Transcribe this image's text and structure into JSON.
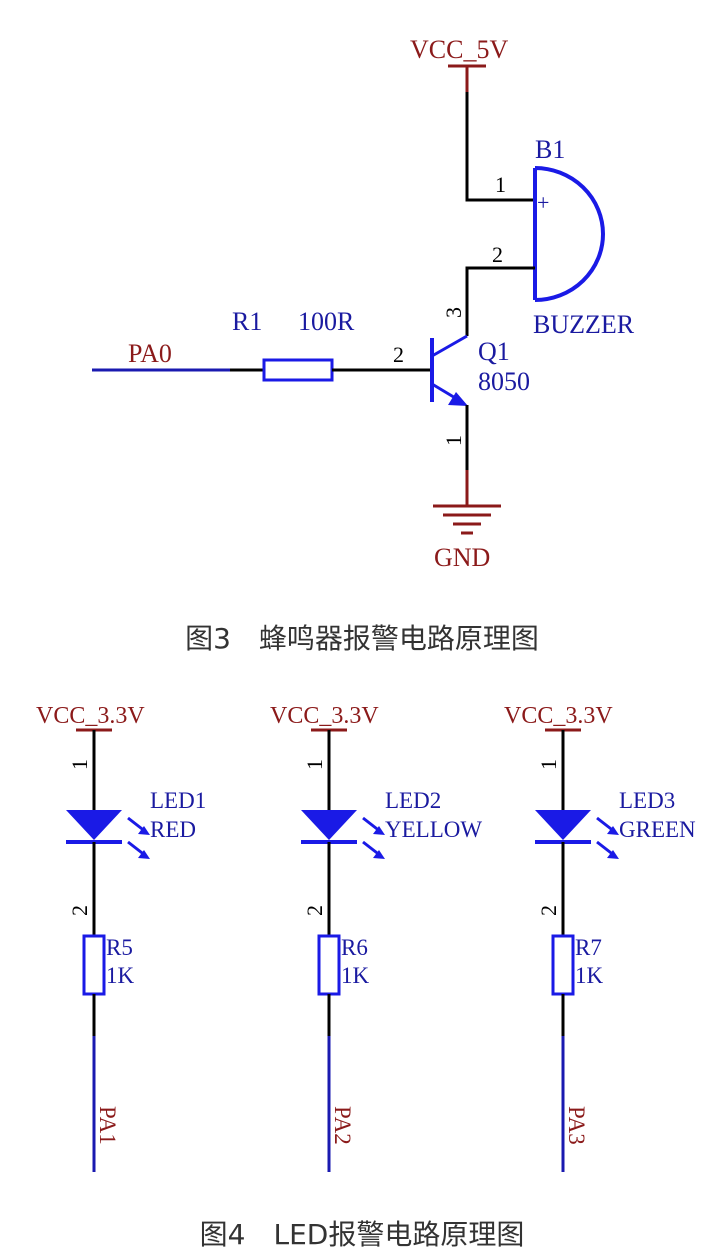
{
  "buzzer_circuit": {
    "power_net": "VCC_5V",
    "ground_net": "GND",
    "input_net": "PA0",
    "resistor": {
      "ref": "R1",
      "value": "100R",
      "pin": "2"
    },
    "transistor": {
      "ref": "Q1",
      "value": "8050",
      "pin_base": "2",
      "pin_collector": "3",
      "pin_emitter": "1"
    },
    "buzzer": {
      "ref": "B1",
      "value": "BUZZER",
      "pin1": "1",
      "pin2": "2",
      "plus_mark": "+"
    },
    "caption": "图3　蜂鸣器报警电路原理图"
  },
  "led_circuit": {
    "channels": [
      {
        "power_net": "VCC_3.3V",
        "led_ref": "LED1",
        "led_color": "RED",
        "res_ref": "R5",
        "res_value": "1K",
        "out_net": "PA1",
        "pin1": "1",
        "pin2": "2"
      },
      {
        "power_net": "VCC_3.3V",
        "led_ref": "LED2",
        "led_color": "YELLOW",
        "res_ref": "R6",
        "res_value": "1K",
        "out_net": "PA2",
        "pin1": "1",
        "pin2": "2"
      },
      {
        "power_net": "VCC_3.3V",
        "led_ref": "LED3",
        "led_color": "GREEN",
        "res_ref": "R7",
        "res_value": "1K",
        "out_net": "PA3",
        "pin1": "1",
        "pin2": "2"
      }
    ],
    "caption": "图4　LED报警电路原理图"
  },
  "colors": {
    "wire": "#000000",
    "component": "#1a1ae6",
    "net_label": "#8b1a1a",
    "power_symbol": "#8b1a1a",
    "text": "#1a1aa0"
  }
}
